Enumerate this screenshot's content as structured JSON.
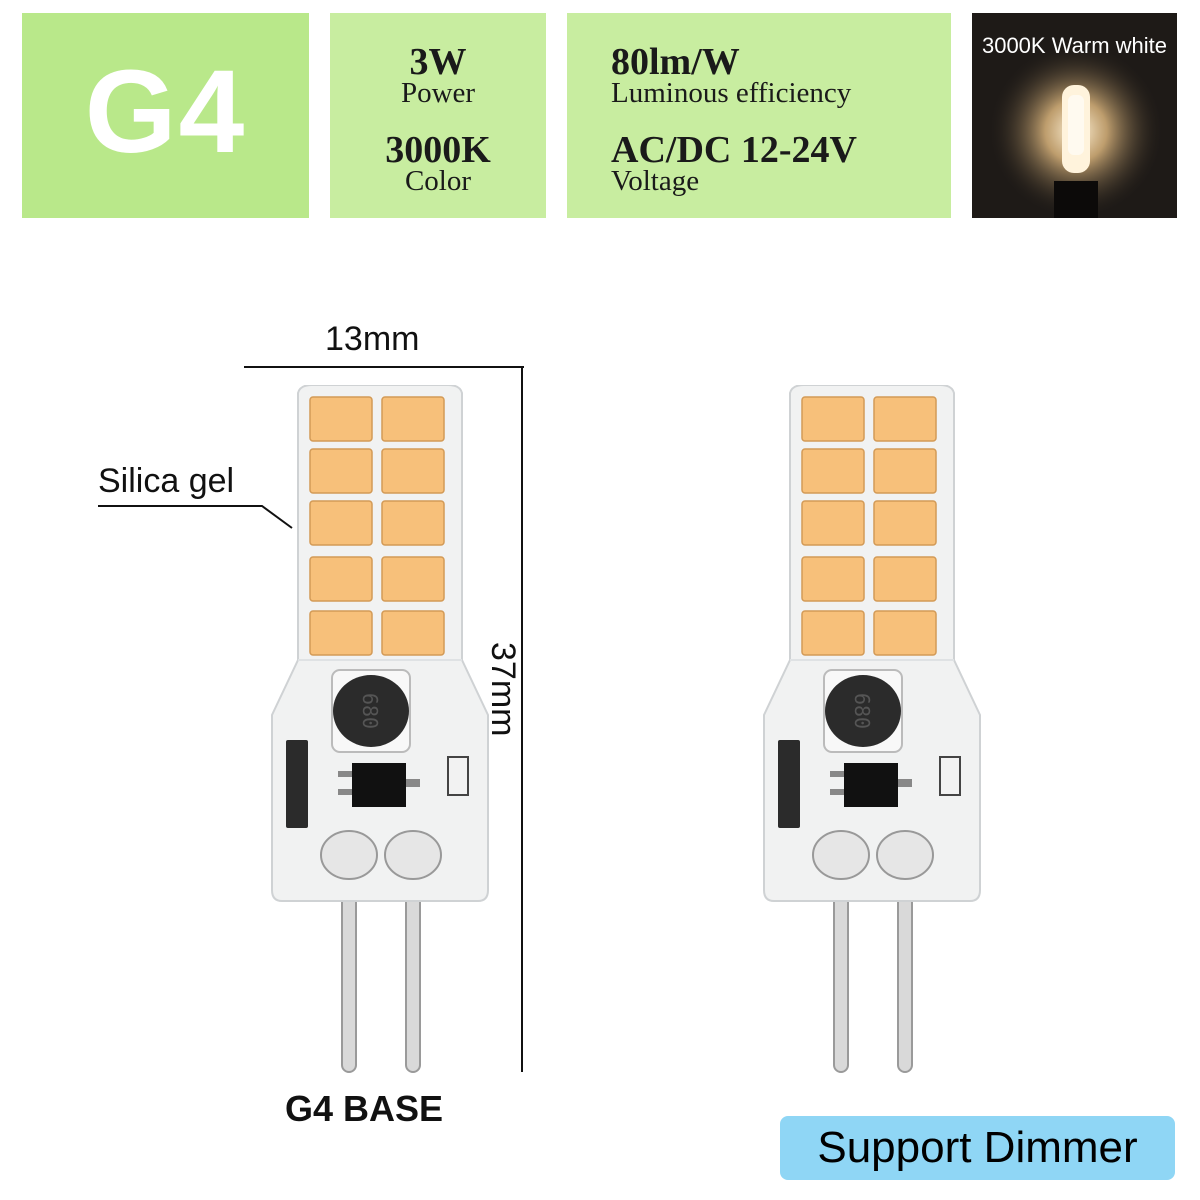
{
  "header": {
    "base_type": "G4",
    "power_value": "3W",
    "power_label": "Power",
    "color_value": "3000K",
    "color_label": "Color",
    "efficiency_value": "80lm/W",
    "efficiency_label": "Luminous efficiency",
    "voltage_value": "AC/DC 12-24V",
    "voltage_label": "Voltage",
    "photo_caption": "3000K Warm white"
  },
  "diagram": {
    "width_label": "13mm",
    "height_label": "37mm",
    "material_label": "Silica gel",
    "inductor_marking": "680",
    "base_label": "G4 BASE"
  },
  "badge": {
    "dimmer_label": "Support Dimmer"
  },
  "colors": {
    "panel_green": "#b9e88a",
    "led_warm": "#f7c07a",
    "badge_blue": "#8fd6f5"
  }
}
